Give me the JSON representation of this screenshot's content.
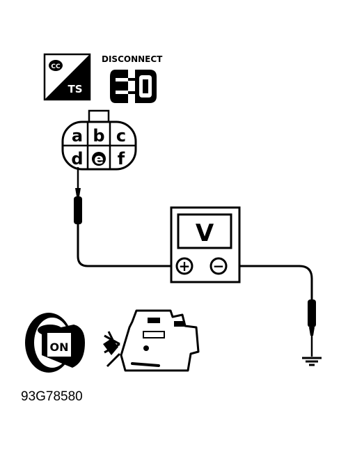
{
  "ts_badge": {
    "top_text": "CC",
    "bottom_text": "TS"
  },
  "disconnect": {
    "label": "DISCONNECT"
  },
  "connector": {
    "pins": [
      {
        "name": "a",
        "label": "a"
      },
      {
        "name": "b",
        "label": "b"
      },
      {
        "name": "c",
        "label": "c"
      },
      {
        "name": "d",
        "label": "d"
      },
      {
        "name": "e",
        "label": "e"
      },
      {
        "name": "f",
        "label": "f"
      }
    ]
  },
  "meter": {
    "display": "V",
    "positive_symbol": "+",
    "negative_symbol": "−"
  },
  "ignition": {
    "key_label": "ON"
  },
  "figure_id": "93G78580"
}
